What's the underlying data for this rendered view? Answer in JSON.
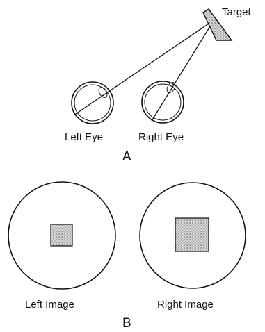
{
  "panel_a": {
    "target_label": "Target",
    "left_eye_label": "Left Eye",
    "right_eye_label": "Right Eye",
    "panel_label": "A"
  },
  "panel_b": {
    "left_image_label": "Left Image",
    "right_image_label": "Right Image",
    "panel_label": "B"
  },
  "colors": {
    "ink": "#111111",
    "stipple_fill": "#bdbdbd"
  }
}
